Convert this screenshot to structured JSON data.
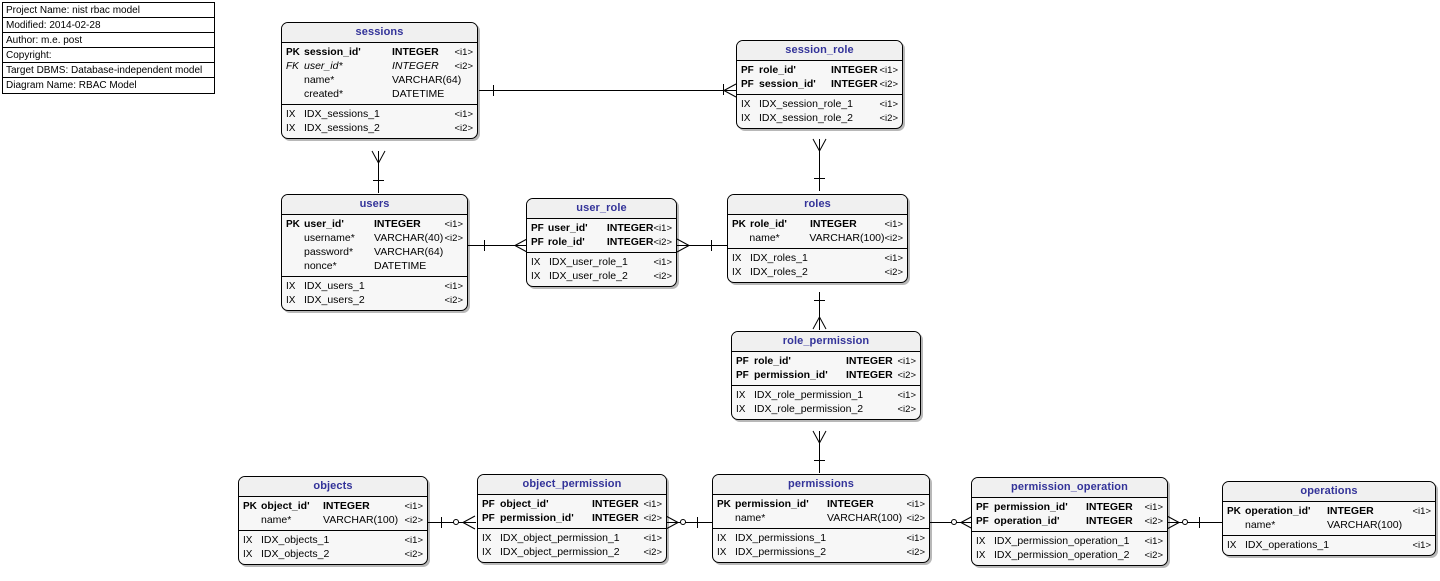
{
  "legend": {
    "name": "diagram-legend",
    "rows": [
      "Project Name: nist rbac model",
      "Modified: 2014-02-28",
      "Author: m.e. post",
      "Copyright:",
      "Target DBMS: Database-independent model",
      "Diagram Name: RBAC Model"
    ]
  },
  "colors": {
    "title_text": "#333399",
    "entity_fill": "#f7f7f7",
    "header_fill": "#f0f0f0",
    "line": "#000000"
  },
  "entities": {
    "sessions": {
      "title": "sessions",
      "columns": [
        {
          "key": "PK",
          "name": "session_id'",
          "type": "INTEGER",
          "idx": "<i1>"
        },
        {
          "key": "FK",
          "name": "user_id*",
          "type": "INTEGER",
          "idx": "<i2>"
        },
        {
          "key": "",
          "name": "name*",
          "type": "VARCHAR(64)",
          "idx": ""
        },
        {
          "key": "",
          "name": "created*",
          "type": "DATETIME",
          "idx": ""
        }
      ],
      "indexes": [
        {
          "key": "IX",
          "name": "IDX_sessions_1",
          "idx": "<i1>"
        },
        {
          "key": "IX",
          "name": "IDX_sessions_2",
          "idx": "<i2>"
        }
      ]
    },
    "session_role": {
      "title": "session_role",
      "columns": [
        {
          "key": "PF",
          "name": "role_id'",
          "type": "INTEGER",
          "idx": "<i1>"
        },
        {
          "key": "PF",
          "name": "session_id'",
          "type": "INTEGER",
          "idx": "<i2>"
        }
      ],
      "indexes": [
        {
          "key": "IX",
          "name": "IDX_session_role_1",
          "idx": "<i1>"
        },
        {
          "key": "IX",
          "name": "IDX_session_role_2",
          "idx": "<i2>"
        }
      ]
    },
    "users": {
      "title": "users",
      "columns": [
        {
          "key": "PK",
          "name": "user_id'",
          "type": "INTEGER",
          "idx": "<i1>"
        },
        {
          "key": "",
          "name": "username*",
          "type": "VARCHAR(40)",
          "idx": "<i2>"
        },
        {
          "key": "",
          "name": "password*",
          "type": "VARCHAR(64)",
          "idx": ""
        },
        {
          "key": "",
          "name": "nonce*",
          "type": "DATETIME",
          "idx": ""
        }
      ],
      "indexes": [
        {
          "key": "IX",
          "name": "IDX_users_1",
          "idx": "<i1>"
        },
        {
          "key": "IX",
          "name": "IDX_users_2",
          "idx": "<i2>"
        }
      ]
    },
    "user_role": {
      "title": "user_role",
      "columns": [
        {
          "key": "PF",
          "name": "user_id'",
          "type": "INTEGER",
          "idx": "<i1>"
        },
        {
          "key": "PF",
          "name": "role_id'",
          "type": "INTEGER",
          "idx": "<i2>"
        }
      ],
      "indexes": [
        {
          "key": "IX",
          "name": "IDX_user_role_1",
          "idx": "<i1>"
        },
        {
          "key": "IX",
          "name": "IDX_user_role_2",
          "idx": "<i2>"
        }
      ]
    },
    "roles": {
      "title": "roles",
      "columns": [
        {
          "key": "PK",
          "name": "role_id'",
          "type": "INTEGER",
          "idx": "<i1>"
        },
        {
          "key": "",
          "name": "name*",
          "type": "VARCHAR(100)",
          "idx": "<i2>"
        }
      ],
      "indexes": [
        {
          "key": "IX",
          "name": "IDX_roles_1",
          "idx": "<i1>"
        },
        {
          "key": "IX",
          "name": "IDX_roles_2",
          "idx": "<i2>"
        }
      ]
    },
    "role_permission": {
      "title": "role_permission",
      "columns": [
        {
          "key": "PF",
          "name": "role_id'",
          "type": "INTEGER",
          "idx": "<i1>"
        },
        {
          "key": "PF",
          "name": "permission_id'",
          "type": "INTEGER",
          "idx": "<i2>"
        }
      ],
      "indexes": [
        {
          "key": "IX",
          "name": "IDX_role_permission_1",
          "idx": "<i1>"
        },
        {
          "key": "IX",
          "name": "IDX_role_permission_2",
          "idx": "<i2>"
        }
      ]
    },
    "objects": {
      "title": "objects",
      "columns": [
        {
          "key": "PK",
          "name": "object_id'",
          "type": "INTEGER",
          "idx": "<i1>"
        },
        {
          "key": "",
          "name": "name*",
          "type": "VARCHAR(100)",
          "idx": "<i2>"
        }
      ],
      "indexes": [
        {
          "key": "IX",
          "name": "IDX_objects_1",
          "idx": "<i1>"
        },
        {
          "key": "IX",
          "name": "IDX_objects_2",
          "idx": "<i2>"
        }
      ]
    },
    "object_permission": {
      "title": "object_permission",
      "columns": [
        {
          "key": "PF",
          "name": "object_id'",
          "type": "INTEGER",
          "idx": "<i1>"
        },
        {
          "key": "PF",
          "name": "permission_id'",
          "type": "INTEGER",
          "idx": "<i2>"
        }
      ],
      "indexes": [
        {
          "key": "IX",
          "name": "IDX_object_permission_1",
          "idx": "<i1>"
        },
        {
          "key": "IX",
          "name": "IDX_object_permission_2",
          "idx": "<i2>"
        }
      ]
    },
    "permissions": {
      "title": "permissions",
      "columns": [
        {
          "key": "PK",
          "name": "permission_id'",
          "type": "INTEGER",
          "idx": "<i1>"
        },
        {
          "key": "",
          "name": "name*",
          "type": "VARCHAR(100)",
          "idx": "<i2>"
        }
      ],
      "indexes": [
        {
          "key": "IX",
          "name": "IDX_permissions_1",
          "idx": "<i1>"
        },
        {
          "key": "IX",
          "name": "IDX_permissions_2",
          "idx": "<i2>"
        }
      ]
    },
    "permission_operation": {
      "title": "permission_operation",
      "columns": [
        {
          "key": "PF",
          "name": "permission_id'",
          "type": "INTEGER",
          "idx": "<i1>"
        },
        {
          "key": "PF",
          "name": "operation_id'",
          "type": "INTEGER",
          "idx": "<i2>"
        }
      ],
      "indexes": [
        {
          "key": "IX",
          "name": "IDX_permission_operation_1",
          "idx": "<i1>"
        },
        {
          "key": "IX",
          "name": "IDX_permission_operation_2",
          "idx": "<i2>"
        }
      ]
    },
    "operations": {
      "title": "operations",
      "columns": [
        {
          "key": "PK",
          "name": "operation_id'",
          "type": "INTEGER",
          "idx": "<i1>"
        },
        {
          "key": "",
          "name": "name*",
          "type": "VARCHAR(100)",
          "idx": ""
        }
      ],
      "indexes": [
        {
          "key": "IX",
          "name": "IDX_operations_1",
          "idx": "<i1>"
        }
      ]
    }
  },
  "relationships": [
    {
      "from": "sessions",
      "to": "session_role",
      "type": "one-to-many"
    },
    {
      "from": "session_role",
      "to": "roles",
      "type": "many-to-one"
    },
    {
      "from": "sessions",
      "to": "users",
      "type": "many-to-one"
    },
    {
      "from": "users",
      "to": "user_role",
      "type": "one-to-many"
    },
    {
      "from": "user_role",
      "to": "roles",
      "type": "many-to-one"
    },
    {
      "from": "roles",
      "to": "role_permission",
      "type": "one-to-many"
    },
    {
      "from": "role_permission",
      "to": "permissions",
      "type": "many-to-one"
    },
    {
      "from": "objects",
      "to": "object_permission",
      "type": "zero-to-many"
    },
    {
      "from": "object_permission",
      "to": "permissions",
      "type": "many-to-zero"
    },
    {
      "from": "permissions",
      "to": "permission_operation",
      "type": "zero-to-many"
    },
    {
      "from": "permission_operation",
      "to": "operations",
      "type": "many-to-zero"
    }
  ]
}
